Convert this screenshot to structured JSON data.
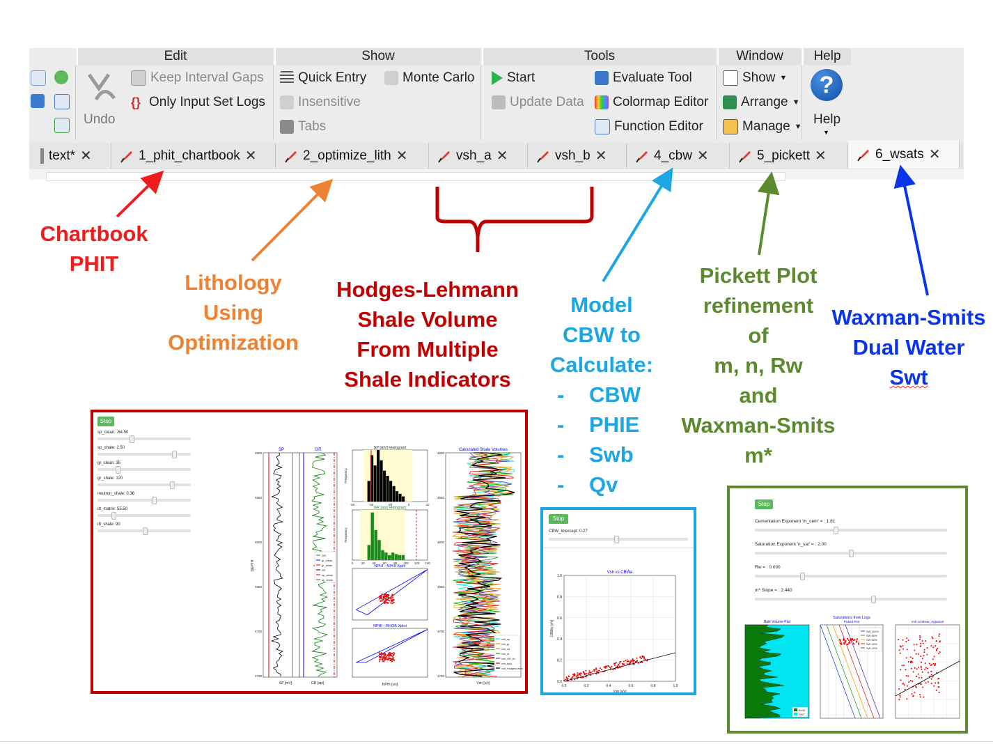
{
  "ribbon": {
    "groups": {
      "edit": "Edit",
      "show": "Show",
      "tools": "Tools",
      "window": "Window",
      "help": "Help"
    },
    "undo_label": "Undo",
    "keep_interval_gaps": "Keep Interval Gaps",
    "only_input_set_logs": "Only Input Set Logs",
    "quick_entry": "Quick Entry",
    "monte_carlo": "Monte Carlo",
    "insensitive": "Insensitive",
    "tabs": "Tabs",
    "start": "Start",
    "update_data": "Update Data",
    "evaluate_tool": "Evaluate Tool",
    "colormap_editor": "Colormap Editor",
    "function_editor": "Function Editor",
    "win_show": "Show",
    "win_arrange": "Arrange",
    "win_manage": "Manage",
    "help_label": "Help"
  },
  "tabs": [
    {
      "label": "text*"
    },
    {
      "label": "1_phit_chartbook"
    },
    {
      "label": "2_optimize_lith"
    },
    {
      "label": "vsh_a"
    },
    {
      "label": "vsh_b"
    },
    {
      "label": "4_cbw"
    },
    {
      "label": "5_pickett"
    },
    {
      "label": "6_wsats"
    }
  ],
  "annotations": {
    "chartbook": [
      "Chartbook",
      "PHIT"
    ],
    "lithology": [
      "Lithology",
      "Using",
      "Optimization"
    ],
    "hodges": [
      "Hodges-Lehmann",
      "Shale Volume",
      "From Multiple",
      "Shale Indicators"
    ],
    "model": [
      "Model",
      "CBW to",
      "Calculate:"
    ],
    "model_items": [
      "CBW",
      "PHIE",
      "Swb",
      "Qv"
    ],
    "pickett": [
      "Pickett Plot",
      "refinement",
      "of",
      "m, n, Rw",
      "and",
      "Waxman-Smits",
      "m*"
    ],
    "waxman": [
      "Waxman-Smits",
      "Dual Water",
      "Swt"
    ]
  },
  "panel_shale": {
    "stop": "Stop",
    "sliders": [
      {
        "label": "sp_clean: -64.50",
        "value": 0.35
      },
      {
        "label": "sp_shale: 2.50",
        "value": 0.82
      },
      {
        "label": "gr_clean: 35",
        "value": 0.2
      },
      {
        "label": "gr_shale: 120",
        "value": 0.8
      },
      {
        "label": "neutron_shale: 0.36",
        "value": 0.6
      },
      {
        "label": "dt_matrix: 55.50",
        "value": 0.15
      },
      {
        "label": "dt_shale: 90",
        "value": 0.5
      }
    ],
    "titles": {
      "sp": "SP",
      "gr": "GR",
      "sp_hist": "SP [mV] Histogram",
      "gr_hist": "GR [api] Histogram",
      "nphi_xplot": "NPHI - NPHI Xplot",
      "rhob_xplot": "NPHI - RHOB Xplot",
      "calc": "Calculated Shale Volumes"
    },
    "depth_label": "DEPTH",
    "depth_ticks": [
      "4500",
      "4550",
      "4600",
      "4650",
      "4700",
      "4750"
    ],
    "legend": [
      "GR",
      "gr_clean",
      "gr_shale",
      "SP",
      "sp_clean",
      "sp_shale"
    ],
    "x_labels": {
      "sp": "SP [mV]",
      "gr": "GR [api]",
      "nphi": "NPHI [v/v]",
      "vsh": "Vsh [v/v]"
    },
    "freq_label": "Frequency",
    "hist_ticks": [
      "-60",
      "-40",
      "-20",
      "0",
      "20"
    ],
    "gr_hist_ticks": [
      "0",
      "20",
      "40",
      "60",
      "80",
      "100",
      "120",
      "140"
    ],
    "calc_legend": [
      "vsh_sp",
      "vsh_gr",
      "vsh_nd",
      "vsh_dt",
      "vsh_GR_lin",
      "vsh_bulk",
      "vsh_HodgesLehm"
    ]
  },
  "panel_cbw": {
    "stop": "Stop",
    "slider_label": "CBW_Intercept: 0.27",
    "slider_value": 0.48,
    "plot_title": "Vsh vs CBWa",
    "y_label": "CBWa [v/v]",
    "x_label": "Vsh [v/v]",
    "y_ticks": [
      "1.0",
      "0.8",
      "0.6",
      "0.4",
      "0.2",
      "0.0"
    ],
    "x_ticks": [
      "0.0",
      "0.2",
      "0.4",
      "0.6",
      "0.8",
      "1.0"
    ]
  },
  "panel_pickett": {
    "stop": "Stop",
    "sliders": [
      {
        "label": "Cementation Exponent 'm_cem' = : 1.81",
        "value": 0.42
      },
      {
        "label": "Saturation Exponent 'n_sat' = : 2.00",
        "value": 0.5
      },
      {
        "label": "Rw = : 0.030",
        "value": 0.24
      },
      {
        "label": "m* Slope = : 2.440",
        "value": 0.62
      }
    ],
    "titles": {
      "bvw": "Bulk Volume Plot",
      "pickett": "Pickett Plot",
      "sat": "Saturations from Logs",
      "vsh_app": "Vsh vs.Mstar_Apparent"
    },
    "legend": [
      "SW 100%",
      "SW 80%",
      "SW 60%",
      "SW 40%",
      "SW 20%"
    ],
    "bvw_legend": [
      "BVW",
      "SWT"
    ]
  },
  "colors": {
    "red": "#ee1c1c",
    "orange": "#ee8233",
    "dark_red": "#c00000",
    "cyan": "#1ca7e2",
    "green": "#5b8a2f",
    "blue": "#0a34ea"
  }
}
